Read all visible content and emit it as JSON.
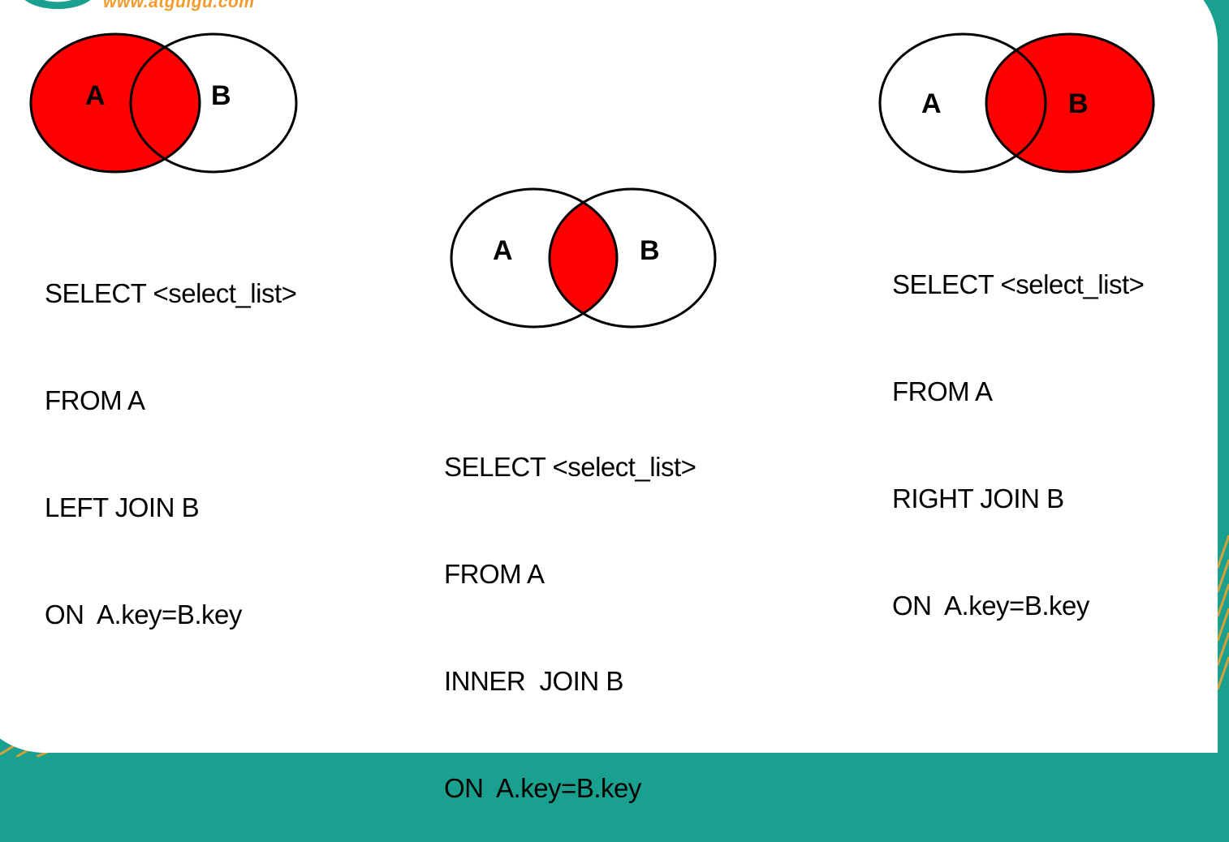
{
  "header": {
    "site_url": "www.atguigu.com"
  },
  "colors": {
    "highlight": "#ff0000",
    "outline": "#000000",
    "frame": "#1aa08f",
    "accent": "#f39a2a"
  },
  "left_join": {
    "circle_a": "A",
    "circle_b": "B",
    "shaded": "A (all)",
    "sql": [
      "SELECT <select_list>",
      "FROM A",
      "LEFT JOIN B",
      "ON  A.key=B.key"
    ]
  },
  "inner_join": {
    "circle_a": "A",
    "circle_b": "B",
    "shaded": "A ∩ B",
    "sql": [
      "SELECT <select_list>",
      "FROM A",
      "INNER  JOIN B",
      "ON  A.key=B.key"
    ]
  },
  "right_join": {
    "circle_a": "A",
    "circle_b": "B",
    "shaded": "B (all)",
    "sql": [
      "SELECT <select_list>",
      "FROM A",
      "RIGHT JOIN B",
      "ON  A.key=B.key"
    ]
  }
}
